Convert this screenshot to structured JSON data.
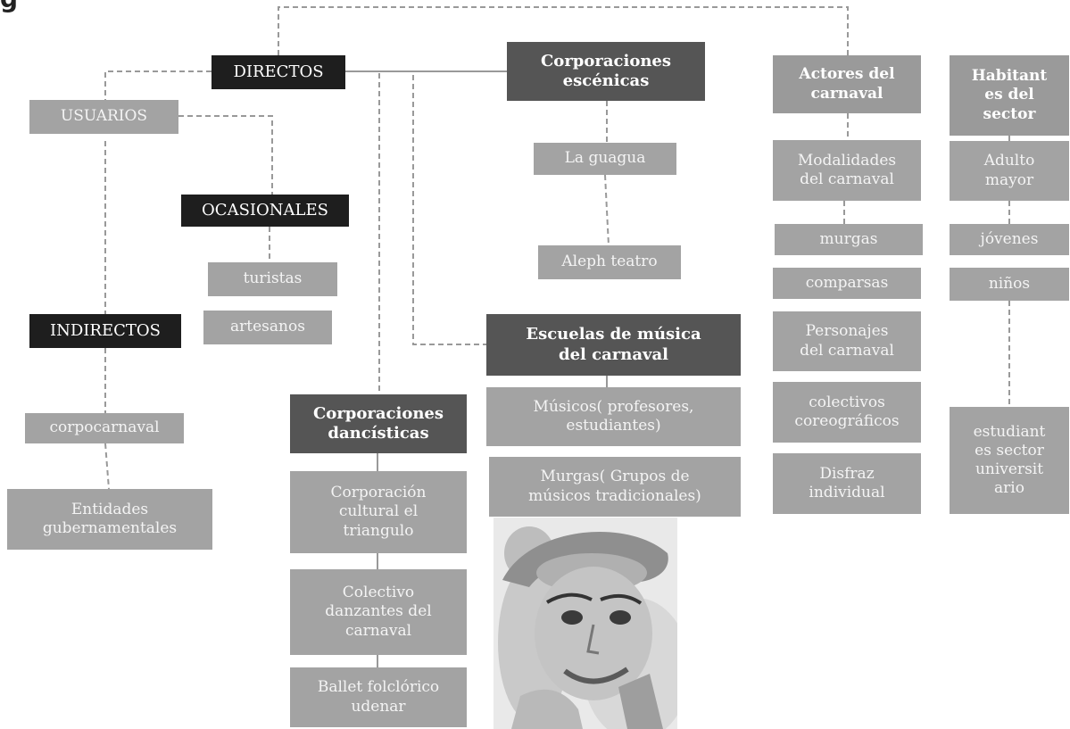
{
  "page": {
    "title": "g"
  },
  "nodes": {
    "directos": "DIRECTOS",
    "usuarios": "USUARIOS",
    "ocasionales": "OCASIONALES",
    "turistas": "turistas",
    "artesanos": "artesanos",
    "indirectos": "INDIRECTOS",
    "corpocarnaval": "corpocarnaval",
    "entidades": "Entidades\ngubernamentales",
    "corp_escenicas": "Corporaciones\nescénicas",
    "la_guagua": "La guagua",
    "aleph": "Aleph teatro",
    "escuelas": "Escuelas de música\ndel carnaval",
    "musicos": "Músicos( profesores,\nestudiantes)",
    "murgas_grupos": "Murgas( Grupos de\nmúsicos tradicionales)",
    "corp_dancisticas": "Corporaciones\ndancísticas",
    "corp_cultural": "Corporación\ncultural el\ntriangulo",
    "colectivo_danzantes": "Colectivo\ndanzantes del\ncarnaval",
    "ballet": "Ballet folclórico\nudenar",
    "actores": "Actores del\ncarnaval",
    "modalidades": "Modalidades\ndel carnaval",
    "murgas": "murgas",
    "comparsas": "comparsas",
    "personajes": "Personajes\ndel carnaval",
    "colectivos_coreo": "colectivos\ncoreográficos",
    "disfraz": "Disfraz\nindividual",
    "habitantes": "Habitant\nes del\nsector",
    "adulto": "Adulto\nmayor",
    "jovenes": "jóvenes",
    "ninos": "niños",
    "estudiantes": "estudiant\nes sector\nuniversit\nario"
  },
  "colors": {
    "light_node": "#a3a3a3",
    "medium_node": "#9a9a9a",
    "dark_node": "#555555",
    "black_node": "#1e1e1e",
    "connector": "#999999"
  }
}
